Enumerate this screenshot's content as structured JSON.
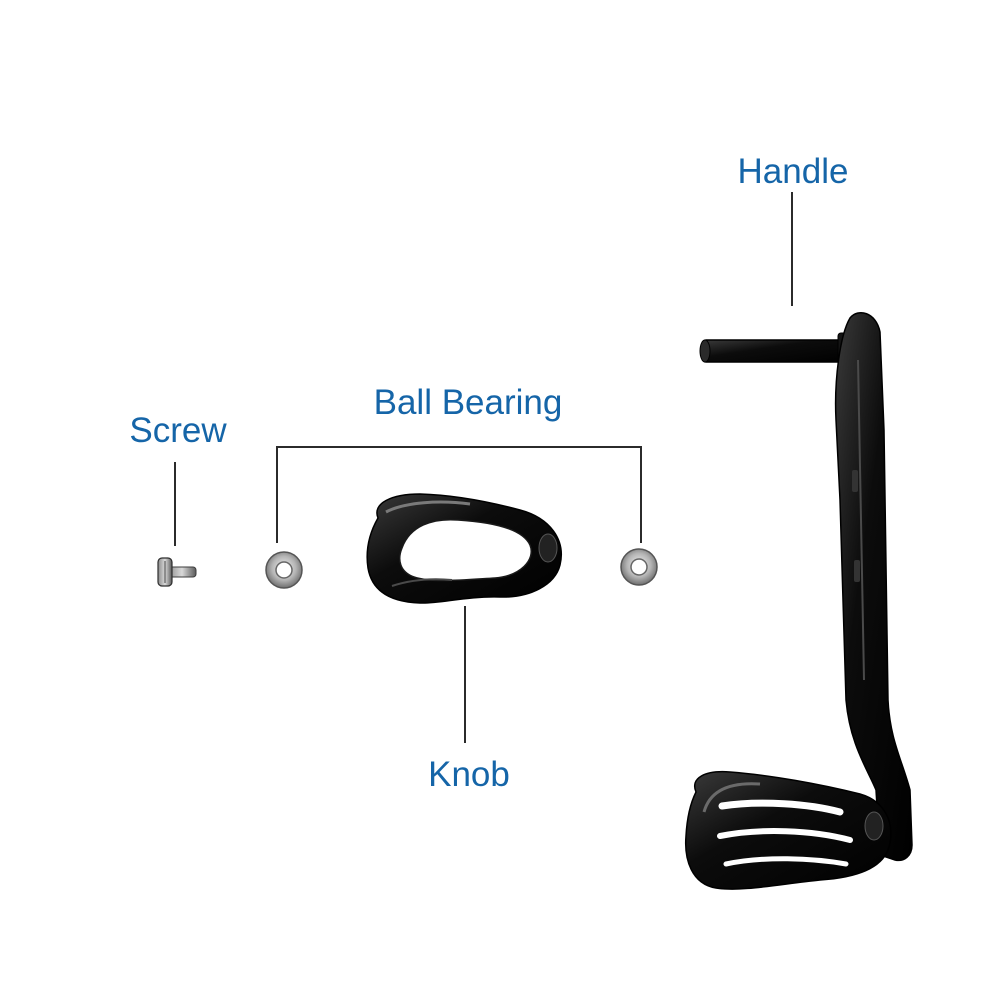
{
  "labels": {
    "handle": "Handle",
    "ball_bearing": "Ball Bearing",
    "screw": "Screw",
    "knob": "Knob"
  },
  "colors": {
    "label_text": "#1565a8",
    "leader_line": "#2b2b2b",
    "part_body": "#0d0d0d",
    "bearing_ring": "#9a9a9a"
  },
  "parts": [
    {
      "name": "screw",
      "icon": "screw-icon"
    },
    {
      "name": "ball-bearing-left",
      "icon": "ball-bearing-icon"
    },
    {
      "name": "knob",
      "icon": "knob-icon"
    },
    {
      "name": "ball-bearing-right",
      "icon": "ball-bearing-icon"
    },
    {
      "name": "handle",
      "icon": "crank-handle-icon"
    }
  ]
}
